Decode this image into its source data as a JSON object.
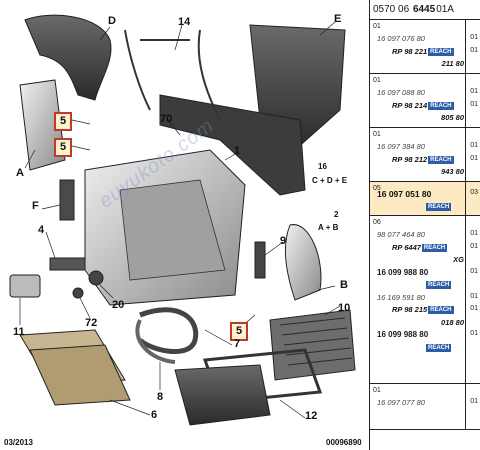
{
  "diagram": {
    "callouts": {
      "D": "D",
      "14": "14",
      "E": "E",
      "A": "A",
      "5a": "5",
      "5b": "5",
      "70": "70",
      "1": "1",
      "16": "16",
      "16_formula": "C + D + E",
      "F": "F",
      "2": "2",
      "2_formula": "A + B",
      "4": "4",
      "9": "9",
      "B": "B",
      "11": "11",
      "20": "20",
      "72": "72",
      "5c": "5",
      "10": "10",
      "7": "7",
      "8": "8",
      "6": "6",
      "12": "12"
    },
    "boxed_callouts": [
      "5a",
      "5b",
      "5c"
    ],
    "footer_date": "03/2013",
    "footer_code": "00096890",
    "watermark": "euyukoto.com",
    "colors": {
      "callout_box_border": "#c0392b",
      "callout_box_fill": "#fff3cf",
      "reach_badge": "#2e5da8",
      "highlight_row": "#fde9c2"
    }
  },
  "parts_panel": {
    "header": {
      "prefix": "0570 06",
      "bold": "6445",
      "suffix": "01A"
    },
    "rows": [
      {
        "pos": "01",
        "lines": [
          {
            "text": "16 097 076 80",
            "style": "ital",
            "qty": "01"
          },
          {
            "text": "RP 98 221",
            "style": "bold",
            "reach": "REACH",
            "qty": "01"
          },
          {
            "text": "211 80",
            "style": "bold right"
          }
        ]
      },
      {
        "pos": "01",
        "lines": [
          {
            "text": "16 097 088 80",
            "style": "ital",
            "qty": "01"
          },
          {
            "text": "RP 98 214",
            "style": "bold",
            "reach": "REACH",
            "qty": "01"
          },
          {
            "text": "805 80",
            "style": "bold right"
          }
        ]
      },
      {
        "pos": "01",
        "lines": [
          {
            "text": "16 097 384 80",
            "style": "ital",
            "qty": "01"
          },
          {
            "text": "RP 98 212",
            "style": "bold",
            "reach": "REACH",
            "qty": "01"
          },
          {
            "text": "943 80",
            "style": "bold right"
          }
        ]
      },
      {
        "pos": "05",
        "highlight": true,
        "lines": [
          {
            "text": "16 097 051 80",
            "style": "main",
            "qty": "03"
          },
          {
            "text": "",
            "style": "ital",
            "reach": "REACH"
          }
        ]
      },
      {
        "pos": "06",
        "lines": [
          {
            "text": "98 077 464 80",
            "style": "ital",
            "qty": "01"
          },
          {
            "text": "RP 6447",
            "style": "bold",
            "reach": "REACH",
            "qty": "01"
          },
          {
            "text": "XG",
            "style": "bold right"
          },
          {
            "text": "16 099 988 80",
            "style": "main2",
            "qty": "01"
          },
          {
            "text": "",
            "style": "ital",
            "reach": "REACH"
          },
          {
            "text": "16 169 591 80",
            "style": "ital",
            "qty": "01"
          },
          {
            "text": "RP 98 215",
            "style": "bold",
            "reach": "REACH",
            "qty": "01"
          },
          {
            "text": "018 80",
            "style": "bold right"
          },
          {
            "text": "16 099 988 80",
            "style": "main2",
            "qty": "01"
          },
          {
            "text": "",
            "style": "ital",
            "reach": "REACH"
          }
        ]
      },
      {
        "pos": "01",
        "lines": [
          {
            "text": "16 097 077 80",
            "style": "ital",
            "qty": "01"
          }
        ]
      }
    ]
  }
}
